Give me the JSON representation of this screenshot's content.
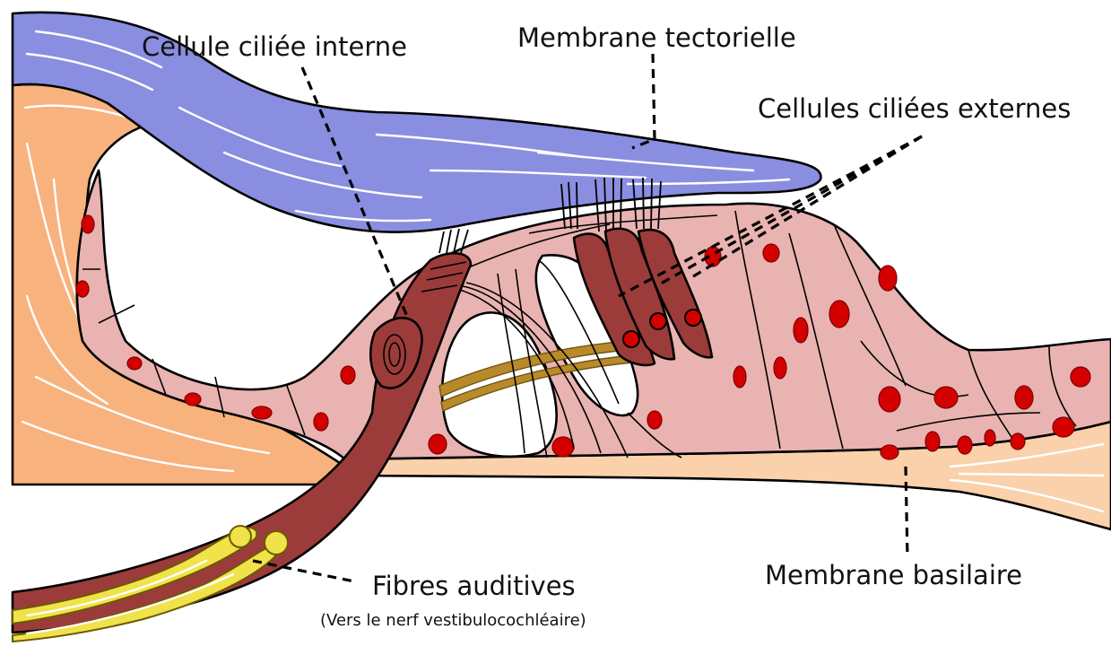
{
  "labels": {
    "inner_hair_cell": "Cellule ciliée interne",
    "tectorial_membrane": "Membrane tectorielle",
    "outer_hair_cells": "Cellules ciliées externes",
    "auditory_fibers": "Fibres auditives",
    "auditory_fibers_note": "(Vers le nerf vestibulocochléaire)",
    "basilar_membrane": "Membrane basilaire"
  },
  "colors": {
    "tectorial": "#8a8ee0",
    "limbus": "#f7b27e",
    "tissue": "#e9b3b1",
    "hair_cell": "#9b3c3a",
    "nucleus": "#d40000",
    "nerve": "#f0e24a",
    "tunnel_fibers": "#b88a2a",
    "basilar": "#fad1aa"
  }
}
